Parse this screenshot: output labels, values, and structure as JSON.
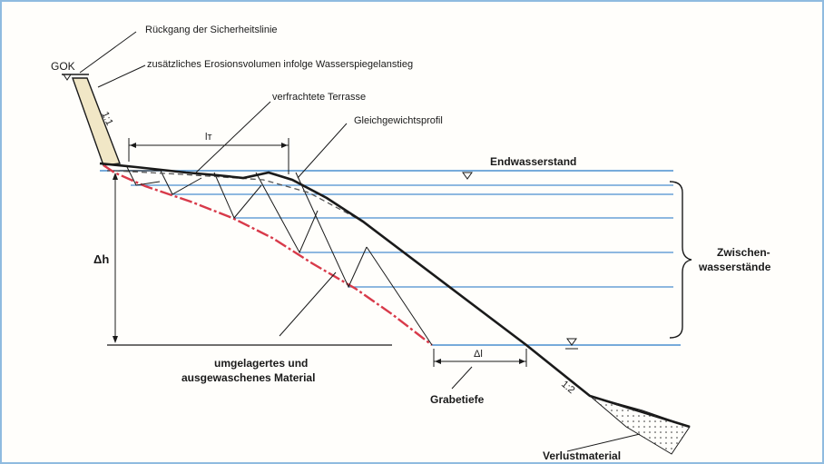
{
  "labels": {
    "gok": "GOK",
    "rueckgang": "Rückgang der Sicherheitslinie",
    "erosion": "zusätzliches Erosionsvolumen infolge Wasserspiegelanstieg",
    "slope_upper": "1:1",
    "terrasse": "verfrachtete Terrasse",
    "lt": "lт",
    "gleichgewicht": "Gleichgewichtsprofil",
    "endwasser": "Endwasserstand",
    "delta_h": "Δh",
    "zwischen_line1": "Zwischen-",
    "zwischen_line2": "wasserstände",
    "umgelagert_line1": "umgelagertes und",
    "umgelagert_line2": "ausgewaschenes Material",
    "delta_l": "Δl",
    "grabetiefe": "Grabetiefe",
    "slope_lower": "1:2",
    "verlust": "Verlustmaterial"
  },
  "colors": {
    "water_line": "#4a8fd0",
    "red_profile": "#d83a4a",
    "ink": "#1a1a1a",
    "frame_border": "#8fbbe0",
    "hatch_fill": "#f1e7c6"
  }
}
